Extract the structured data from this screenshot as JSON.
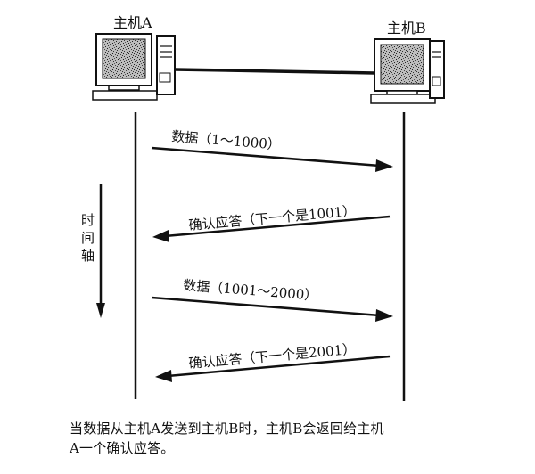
{
  "hosts": {
    "a_label": "主机A",
    "b_label": "主机B"
  },
  "time_axis": {
    "chars": [
      "时",
      "间",
      "轴"
    ]
  },
  "messages": [
    {
      "label": "数据（1～1000）",
      "direction": "a-to-b"
    },
    {
      "label": "确认应答（下一个是1001）",
      "direction": "b-to-a"
    },
    {
      "label": "数据（1001～2000）",
      "direction": "a-to-b"
    },
    {
      "label": "确认应答（下一个是2001）",
      "direction": "b-to-a"
    }
  ],
  "caption": {
    "line1": "当数据从主机A发送到主机B时，主机B会返回给主机",
    "line2": "A一个确认应答。"
  }
}
